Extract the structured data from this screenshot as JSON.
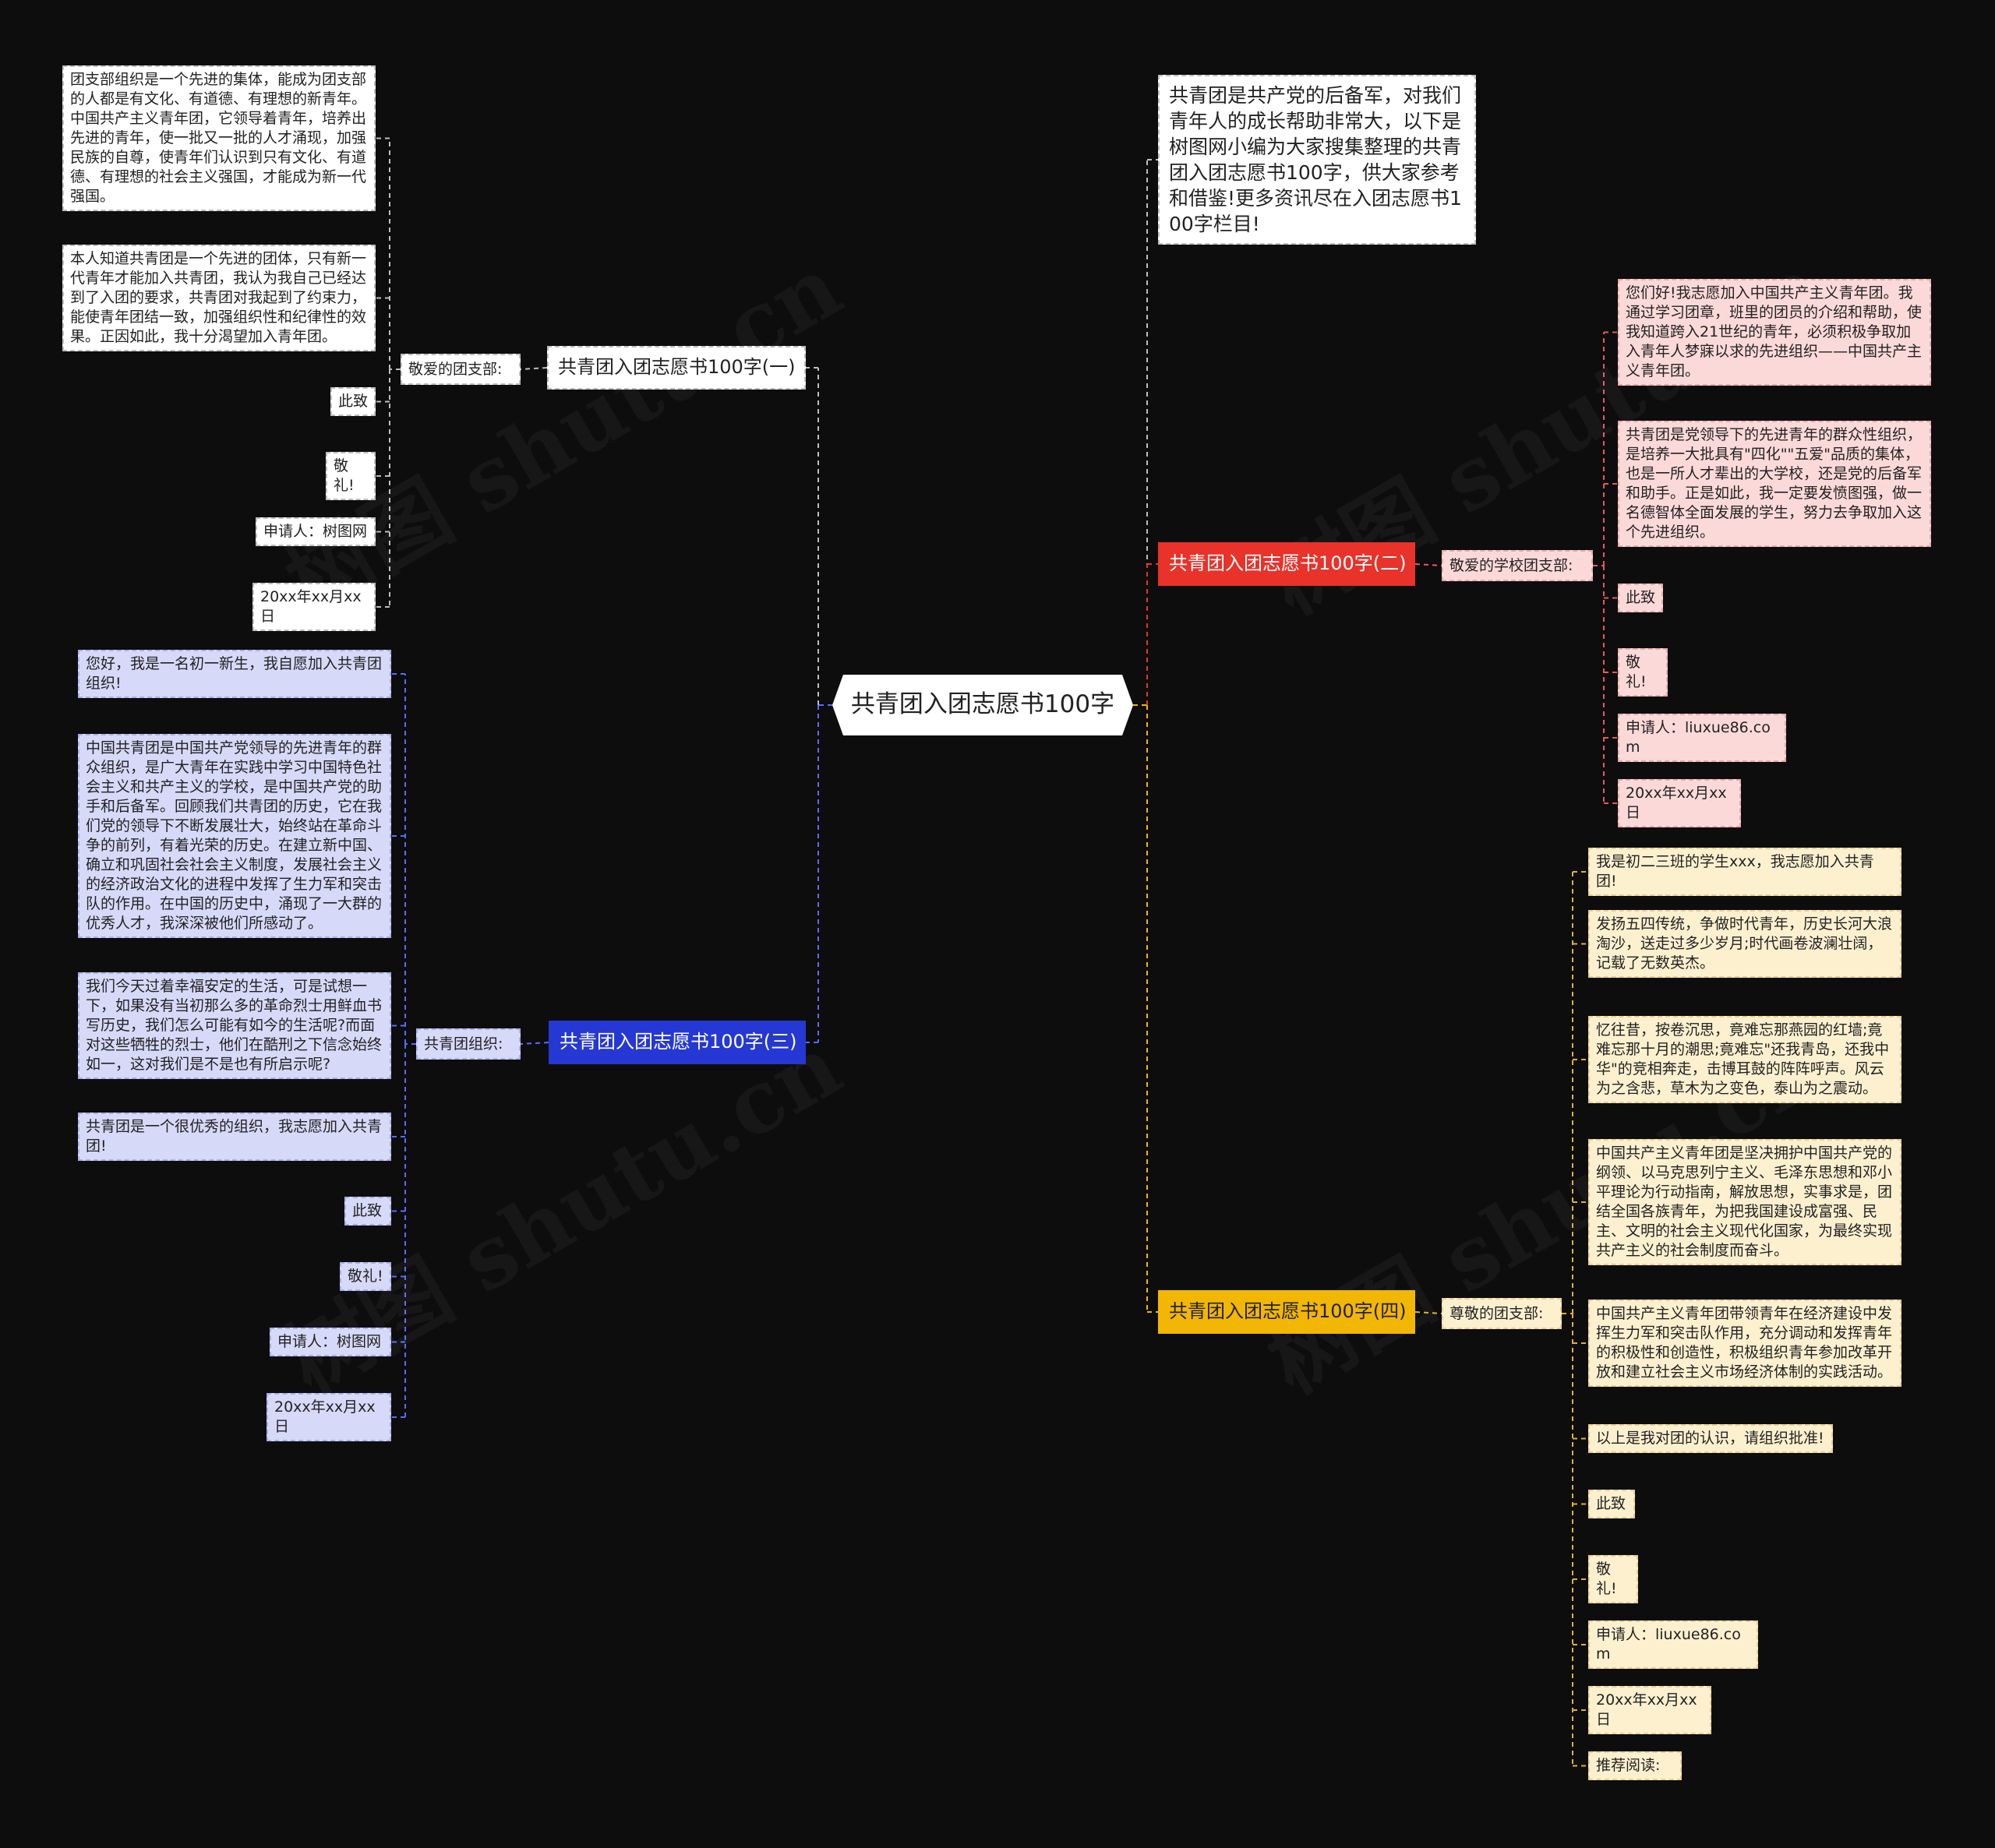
{
  "root": "共青团入团志愿书100字",
  "intro": "共青团是共产党的后备军，对我们青年人的成长帮助非常大，以下是树图网小编为大家搜集整理的共青团入团志愿书100字，供大家参考和借鉴!更多资讯尽在入团志愿书100字栏目!",
  "watermark": "树图 shutu.cn",
  "colors": {
    "background": "#0d0d0e",
    "branch1": "#ffffff",
    "branch2": "#e8322a",
    "branch3": "#2538d4",
    "branch4": "#f2b705"
  },
  "branch1": {
    "title": "共青团入团志愿书100字(一)",
    "salutation": "敬爱的团支部:",
    "items": [
      "团支部组织是一个先进的集体，能成为团支部的人都是有文化、有道德、有理想的新青年。中国共产主义青年团，它领导着青年，培养出先进的青年，使一批又一批的人才涌现，加强民族的自尊，使青年们认识到只有文化、有道德、有理想的社会主义强国，才能成为新一代强国。",
      "本人知道共青团是一个先进的团体，只有新一代青年才能加入共青团，我认为我自己已经达到了入团的要求，共青团对我起到了约束力，能使青年团结一致，加强组织性和纪律性的效果。正因如此，我十分渴望加入青年团。",
      "此致",
      "敬礼!",
      "申请人：树图网",
      "20xx年xx月xx日"
    ]
  },
  "branch2": {
    "title": "共青团入团志愿书100字(二)",
    "salutation": "敬爱的学校团支部:",
    "items": [
      "您们好!我志愿加入中国共产主义青年团。我通过学习团章，班里的团员的介绍和帮助，使我知道跨入21世纪的青年，必须积极争取加入青年人梦寐以求的先进组织——中国共产主义青年团。",
      "共青团是党领导下的先进青年的群众性组织，是培养一大批具有\"四化\"\"五爱\"品质的集体，也是一所人才辈出的大学校，还是党的后备军和助手。正是如此，我一定要发愤图强，做一名德智体全面发展的学生，努力去争取加入这个先进组织。",
      "此致",
      "敬礼!",
      "申请人：liuxue86.com",
      "20xx年xx月xx日"
    ]
  },
  "branch3": {
    "title": "共青团入团志愿书100字(三)",
    "salutation": "共青团组织:",
    "items": [
      "您好，我是一名初一新生，我自愿加入共青团组织!",
      "中国共青团是中国共产党领导的先进青年的群众组织，是广大青年在实践中学习中国特色社会主义和共产主义的学校，是中国共产党的助手和后备军。回顾我们共青团的历史，它在我们党的领导下不断发展壮大，始终站在革命斗争的前列，有着光荣的历史。在建立新中国、确立和巩固社会社会主义制度，发展社会主义的经济政治文化的进程中发挥了生力军和突击队的作用。在中国的历史中，涌现了一大群的优秀人才，我深深被他们所感动了。",
      "我们今天过着幸福安定的生活，可是试想一下，如果没有当初那么多的革命烈士用鲜血书写历史，我们怎么可能有如今的生活呢?而面对这些牺牲的烈士，他们在酷刑之下信念始终如一，这对我们是不是也有所启示呢?",
      "共青团是一个很优秀的组织，我志愿加入共青团!",
      "此致",
      "敬礼!",
      "申请人：树图网",
      "20xx年xx月xx日"
    ]
  },
  "branch4": {
    "title": "共青团入团志愿书100字(四)",
    "salutation": "尊敬的团支部:",
    "items": [
      "我是初二三班的学生xxx，我志愿加入共青团!",
      "发扬五四传统，争做时代青年，历史长河大浪淘沙，送走过多少岁月;时代画卷波澜壮阔，记载了无数英杰。",
      "忆往昔，按卷沉思，竟难忘那燕园的红墙;竟难忘那十月的潮思;竟难忘\"还我青岛，还我中华\"的竞相奔走，击博耳鼓的阵阵呼声。风云为之含悲，草木为之变色，泰山为之震动。",
      "中国共产主义青年团是坚决拥护中国共产党的纲领、以马克思列宁主义、毛泽东思想和邓小平理论为行动指南，解放思想，实事求是，团结全国各族青年，为把我国建设成富强、民主、文明的社会主义现代化国家，为最终实现共产主义的社会制度而奋斗。",
      "中国共产主义青年团带领青年在经济建设中发挥生力军和突击队作用，充分调动和发挥青年的积极性和创造性，积极组织青年参加改革开放和建立社会主义市场经济体制的实践活动。",
      "以上是我对团的认识，请组织批准!",
      "此致",
      "敬礼!",
      "申请人：liuxue86.com",
      "20xx年xx月xx日",
      "推荐阅读:"
    ]
  }
}
